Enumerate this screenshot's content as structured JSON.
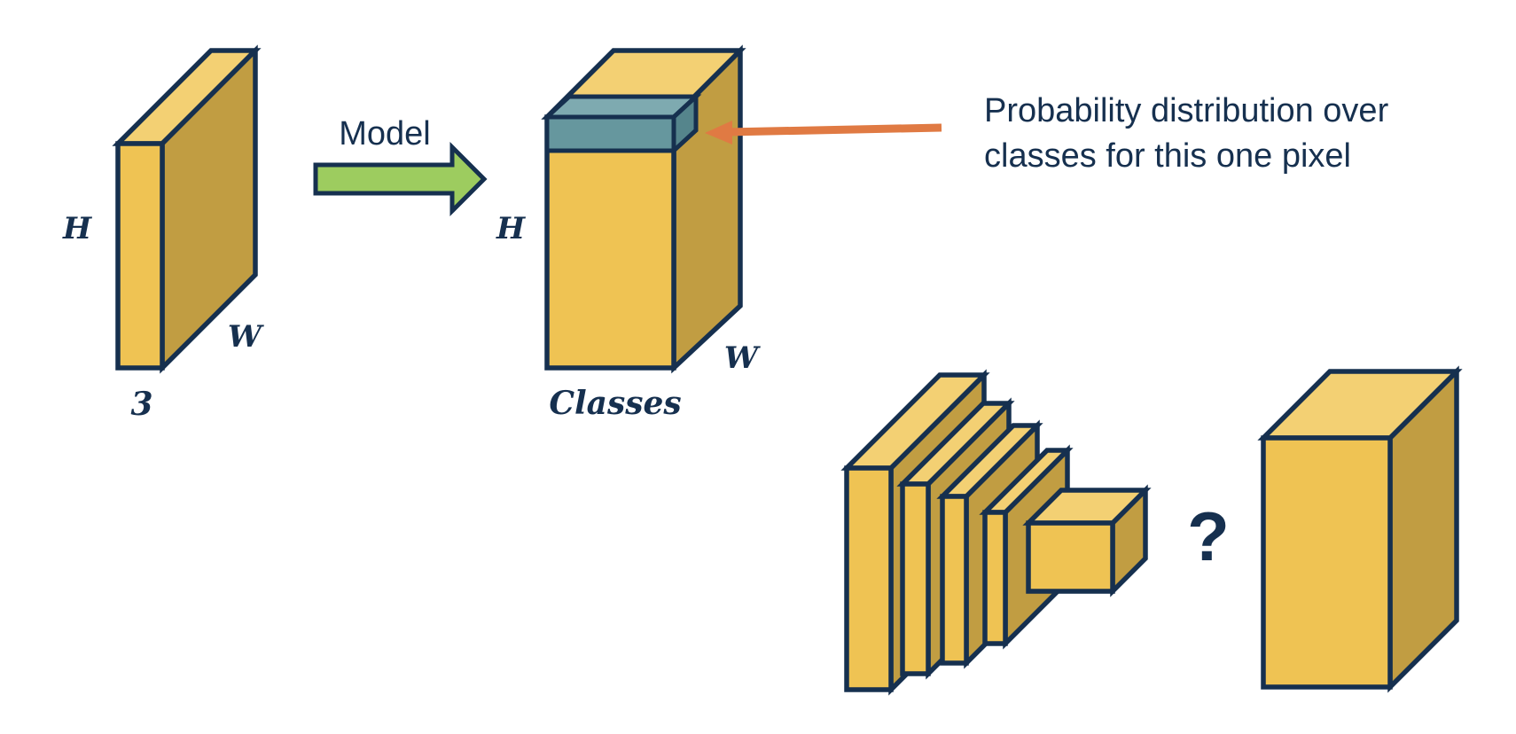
{
  "colors": {
    "outline": "#16304f",
    "front": "#efc353",
    "top": "#f3d073",
    "side": "#c19d42",
    "teal_front": "#66979e",
    "teal_top": "#7eaab0",
    "teal_side": "#55858c",
    "model_arrow": "#9dcc5f",
    "pointer_arrow": "#e07a43",
    "text": "#16304f"
  },
  "input_tensor": {
    "height_label": "H",
    "width_label": "W",
    "depth_label": "3"
  },
  "model_arrow": {
    "label": "Model"
  },
  "output_tensor": {
    "height_label": "H",
    "width_label": "W",
    "depth_label": "Classes"
  },
  "annotation": {
    "line1": "Probability distribution over",
    "line2": "classes for this one pixel"
  },
  "question": "?"
}
